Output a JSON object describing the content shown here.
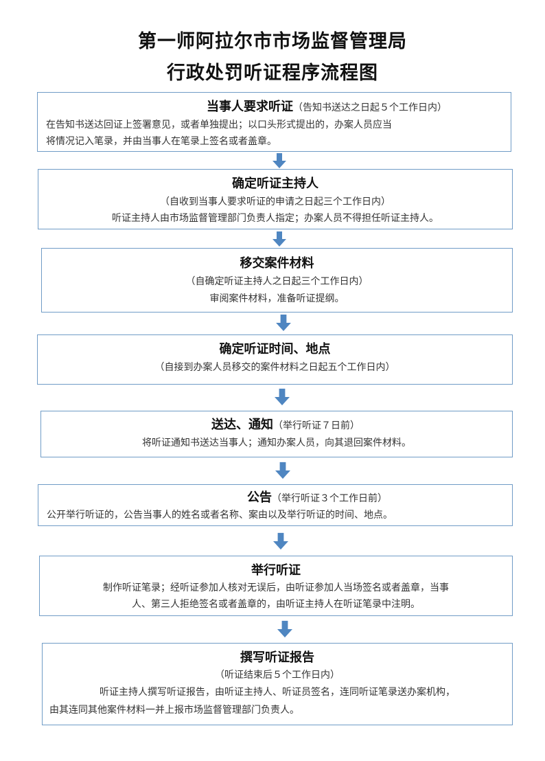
{
  "title_line1": "第一师阿拉尔市市场监督管理局",
  "title_line2": "行政处罚听证程序流程图",
  "steps": [
    {
      "heading": "当事人要求听证",
      "note": "（告知书送达之日起５个工作日内）",
      "lines": [
        "在告知书送达回证上签署意见，或者单独提出；以口头形式提出的，办案人员应当",
        "将情况记入笔录，并由当事人在笔录上签名或者盖章。"
      ]
    },
    {
      "heading": "确定听证主持人",
      "lines": [
        "（自收到当事人要求听证的申请之日起三个工作日内）",
        "听证主持人由市场监督管理部门负责人指定；办案人员不得担任听证主持人。"
      ]
    },
    {
      "heading": "移交案件材料",
      "lines": [
        "（自确定听证主持人之日起三个工作日内）",
        "审阅案件材料，准备听证提纲。"
      ]
    },
    {
      "heading": "确定听证时间、地点",
      "lines": [
        "（自接到办案人员移交的案件材料之日起五个工作日内）"
      ]
    },
    {
      "heading": "送达、通知",
      "note": "（举行听证７日前）",
      "lines": [
        "将听证通知书送达当事人；通知办案人员，向其退回案件材料。"
      ]
    },
    {
      "heading": "公告",
      "note": "（举行听证３个工作日前）",
      "lines": [
        "公开举行听证的，公告当事人的姓名或者名称、案由以及举行听证的时间、地点。"
      ]
    },
    {
      "heading": "举行听证",
      "lines": [
        "制作听证笔录；经听证参加人核对无误后，由听证参加人当场签名或者盖章，当事",
        "人、第三人拒绝签名或者盖章的，由听证主持人在听证笔录中注明。"
      ]
    },
    {
      "heading": "撰写听证报告",
      "lines": [
        "（听证结束后５个工作日内）",
        "听证主持人撰写听证报告，由听证主持人、听证员签名，连同听证笔录送办案机构，",
        "由其连同其他案件材料一并上报市场监督管理部门负责人。"
      ]
    }
  ],
  "colors": {
    "border": "#6f9bc6",
    "arrow": "#4f86c1"
  }
}
